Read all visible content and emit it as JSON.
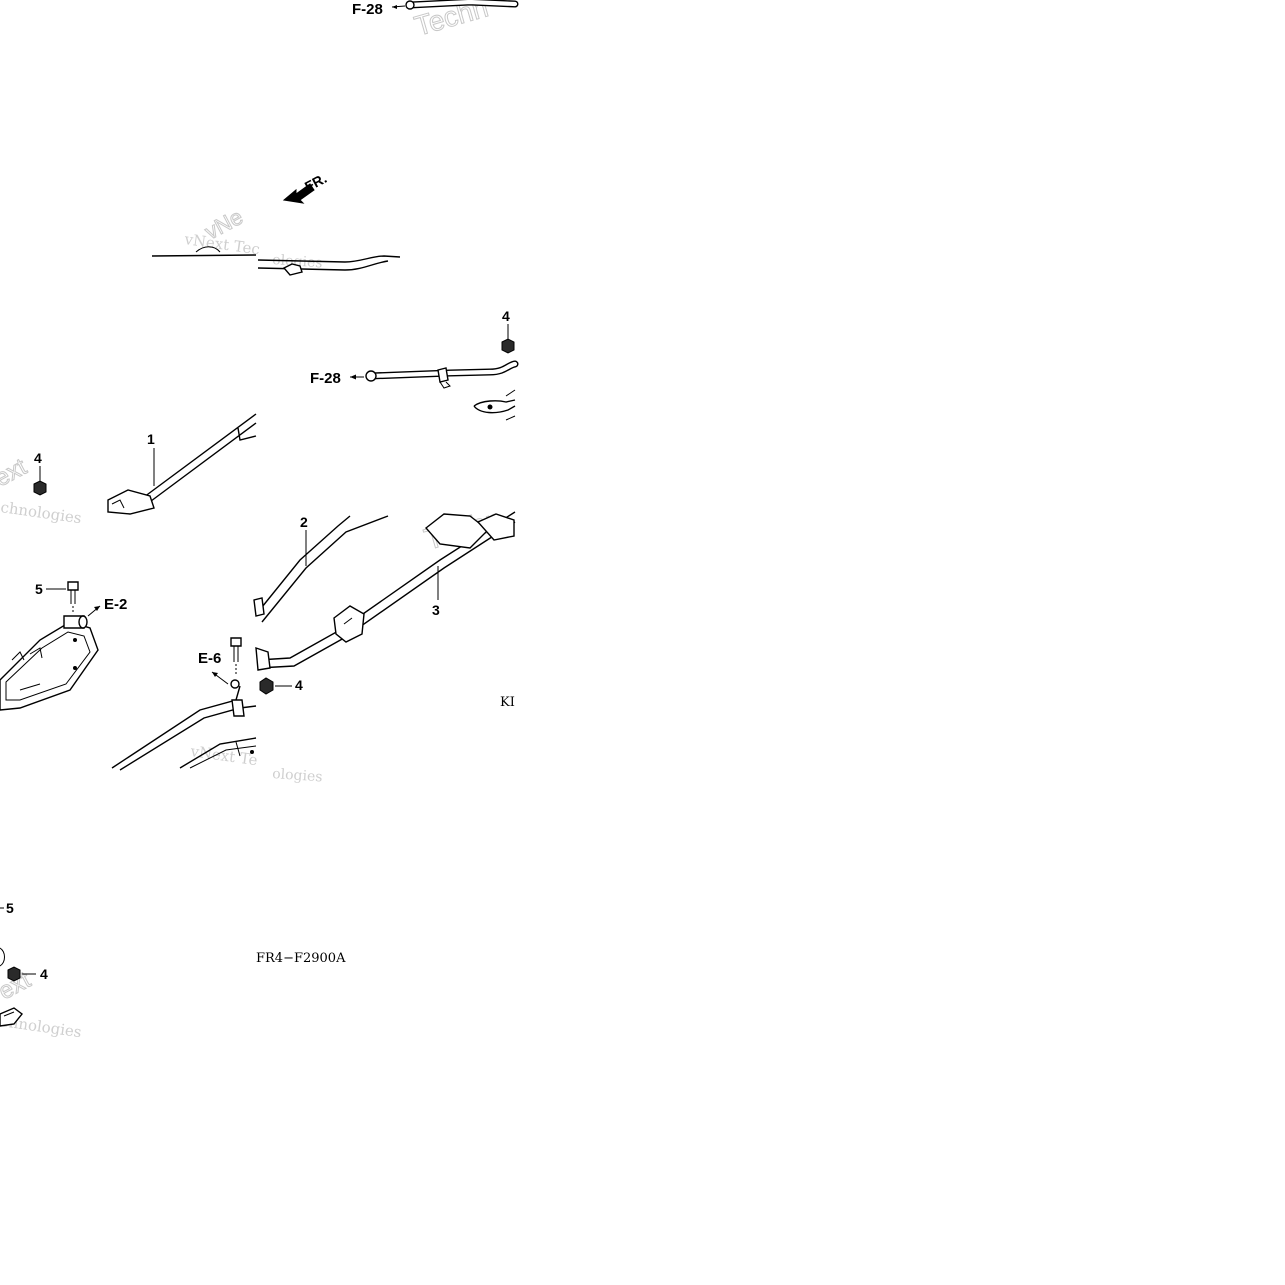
{
  "diagram": {
    "references": {
      "f28_top": "F-28",
      "f28_mid": "F-28",
      "e2": "E-2",
      "e6": "E-6"
    },
    "callouts": {
      "part1": "1",
      "part2": "2",
      "part3": "3",
      "part4_top": "4",
      "part4_left": "4",
      "part4_mid": "4",
      "part4_bottom": "4",
      "part5": "5",
      "part5_bottom": "5"
    },
    "direction_label": "FR.",
    "diagram_code": "FR4−F2900A",
    "truncated_code": "KI",
    "watermarks": {
      "w1": "vNext Tec",
      "w2": "vNe",
      "w3": "ologies",
      "w4": "Techn",
      "w5": "ext",
      "w6": "chnologies",
      "w7": "Techn",
      "w8": "vNext Te",
      "w9": "ologies",
      "w10": "ext",
      "w11": "chnologies"
    }
  }
}
